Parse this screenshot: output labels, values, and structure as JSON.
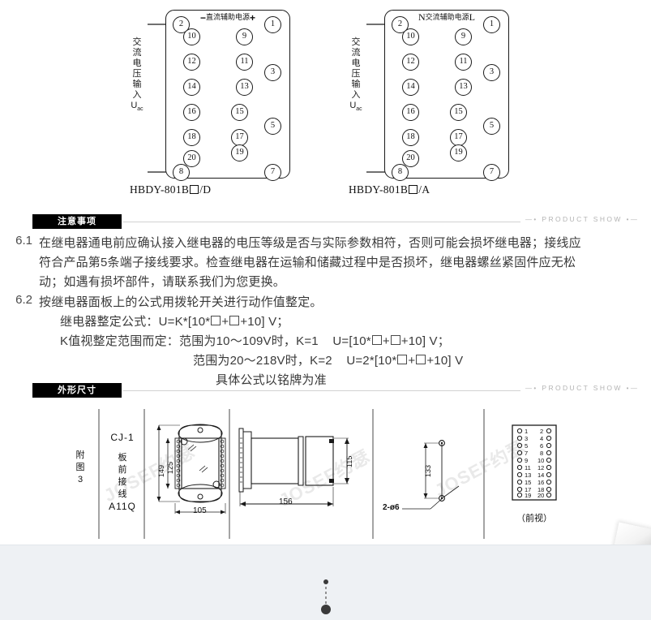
{
  "product_show_label": "PRODUCT SHOW",
  "wiring": {
    "diagrams": [
      {
        "caption_prefix": "HBDY-801B",
        "caption_suffix": "/D",
        "supply_left": "−",
        "supply_text": "直流辅助电源",
        "supply_right": "+",
        "vertical_label": [
          "交",
          "流",
          "电",
          "压",
          "输",
          "入"
        ],
        "vertical_unit": "U",
        "vertical_unit_sub": "ac",
        "pins_left": [
          "2",
          "10",
          "12",
          "14",
          "16",
          "18",
          "20",
          "8"
        ],
        "pins_right": [
          "1",
          "9",
          "11",
          "13",
          "15",
          "17",
          "19",
          "7"
        ],
        "pins_mid": [
          "3",
          "5"
        ]
      },
      {
        "caption_prefix": "HBDY-801B",
        "caption_suffix": "/A",
        "supply_left": "N",
        "supply_text": "交流辅助电源",
        "supply_right": "L",
        "vertical_label": [
          "交",
          "流",
          "电",
          "压",
          "输",
          "入"
        ],
        "vertical_unit": "U",
        "vertical_unit_sub": "ac",
        "pins_left": [
          "2",
          "10",
          "12",
          "14",
          "16",
          "18",
          "20",
          "8"
        ],
        "pins_right": [
          "1",
          "9",
          "11",
          "13",
          "15",
          "17",
          "19",
          "7"
        ],
        "pins_mid": [
          "3",
          "5"
        ]
      }
    ]
  },
  "notice": {
    "tag": "注意事项",
    "items": [
      {
        "num": "6.1",
        "lines": [
          "在继电器通电前应确认接入继电器的电压等级是否与实际参数相符，否则可能会损坏继电器；接线应",
          "符合产品第5条端子接线要求。检查继电器在运输和储藏过程中是否损坏，继电器螺丝紧固件应无松",
          "动；如遇有损坏部件，请联系我们为您更换。"
        ]
      },
      {
        "num": "6.2",
        "line1": "按继电器面板上的公式用拨轮开关进行动作值整定。",
        "formula_label": "继电器整定公式：",
        "formula_a1": "U=K*[10*",
        "formula_a2": "+",
        "formula_a3": "+10] V；",
        "k_label": "K值视整定范围而定：",
        "range1_cond": "范围为10～109V时，K=1",
        "range1_f1": "U=[10*",
        "range1_f2": "+",
        "range1_f3": "+10] V；",
        "range2_cond": "范围为20～218V时，K=2",
        "range2_f1": "U=2*[10*",
        "range2_f2": "+",
        "range2_f3": "+10] V",
        "footnote": "具体公式以铭牌为准"
      }
    ]
  },
  "dimensions": {
    "tag": "外形尺寸",
    "table": {
      "col1": [
        "附",
        "图",
        "3"
      ],
      "col2_model": "CJ-1",
      "col2_rest": [
        "板",
        "前",
        "接",
        "线"
      ],
      "col2_code": "A11Q"
    },
    "front_view_dims": {
      "height_outer": "149",
      "height_inner": "125",
      "width": "105"
    },
    "side_view_dims": {
      "length": "156",
      "height": "115"
    },
    "cutout_dims": {
      "center_distance": "133",
      "holes": "2-ø6"
    },
    "terminal_block": {
      "left_col": [
        "1",
        "3",
        "5",
        "7",
        "9",
        "11",
        "13",
        "15",
        "17",
        "19"
      ],
      "right_col": [
        "2",
        "4",
        "6",
        "8",
        "10",
        "12",
        "14",
        "16",
        "18",
        "20"
      ],
      "caption": "（前视）"
    }
  },
  "watermark_text": "JOSEF约瑟"
}
